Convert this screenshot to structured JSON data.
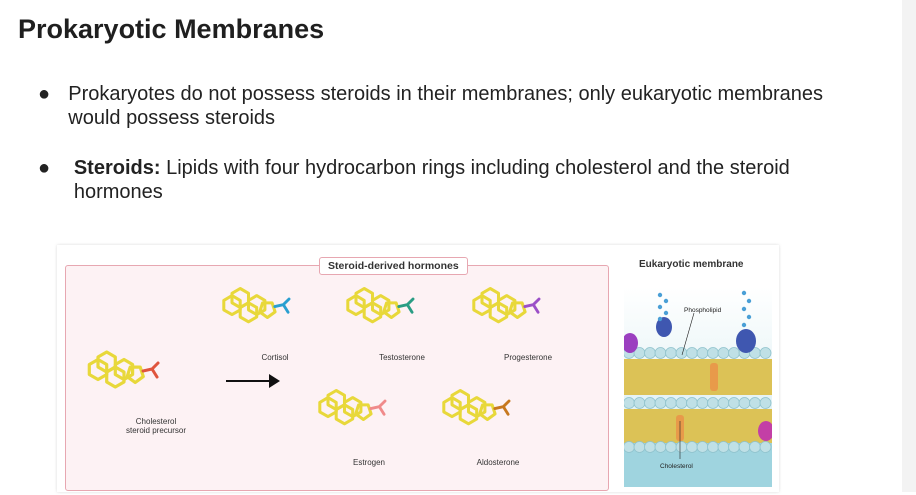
{
  "slide": {
    "title": "Prokaryotic Membranes",
    "bullets": [
      {
        "bold": "",
        "text": "Prokaryotes do not possess steroids in their membranes; only eukaryotic membranes would possess steroids"
      },
      {
        "bold": "Steroids:",
        "text": " Lipids with four hydrocarbon rings including cholesterol and the steroid hormones"
      }
    ]
  },
  "figure": {
    "box_title": "Steroid-derived hormones",
    "membrane_title": "Eukaryotic membrane",
    "molecules": {
      "cholesterol_line1": "Cholesterol",
      "cholesterol_line2": "steroid precursor",
      "cortisol": "Cortisol",
      "testosterone": "Testosterone",
      "progesterone": "Progesterone",
      "estrogen": "Estrogen",
      "aldosterone": "Aldosterone"
    },
    "membrane_labels": {
      "phospholipid": "Phospholipid",
      "cholesterol": "Cholesterol"
    },
    "colors": {
      "ring": "#e8d83a",
      "ring_stroke": "#b9a816",
      "cholesterol_group": "#e0553d",
      "cortisol_group": "#2a9fd0",
      "testosterone_group": "#2a9d84",
      "progesterone_group": "#9b4fc7",
      "estrogen_group": "#f08a8a",
      "aldosterone_group": "#c7781e",
      "box_border": "#e7a7b1",
      "box_fill": "#fdf2f4"
    }
  }
}
